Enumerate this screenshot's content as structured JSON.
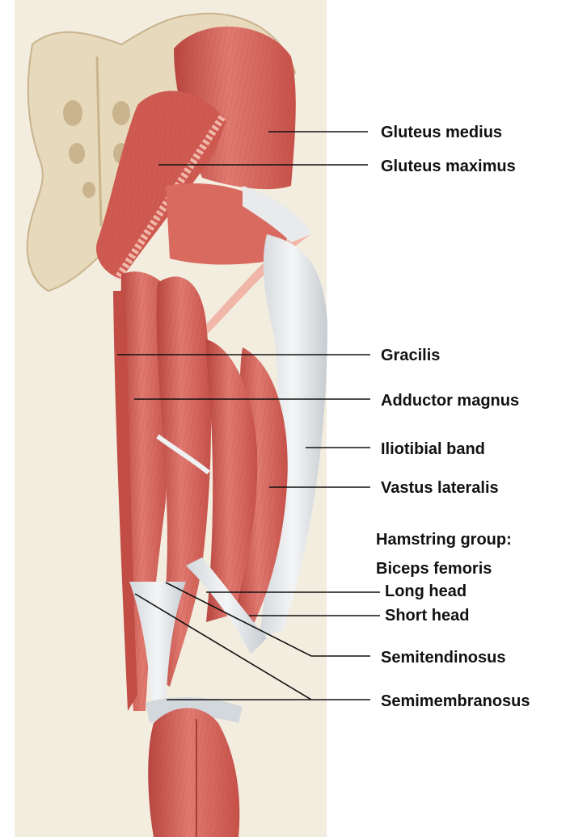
{
  "colors": {
    "panel_bg": "#f3ede0",
    "bone": "#e7d9bb",
    "bone_shadow": "#c9b48e",
    "muscle": "#d9675e",
    "muscle_dark": "#b8453f",
    "muscle_light": "#e98a80",
    "tendon": "#e6e8ea",
    "tendon_shadow": "#c4c9ce",
    "leader_line": "#111111",
    "label_text": "#111111"
  },
  "labels": {
    "gluteus_medius": "Gluteus medius",
    "gluteus_maximus": "Gluteus maximus",
    "gracilis": "Gracilis",
    "adductor_magnus": "Adductor magnus",
    "iliotibial_band": "Iliotibial band",
    "vastus_lateralis": "Vastus lateralis",
    "hamstring_group": "Hamstring group:",
    "biceps_femoris": "Biceps femoris",
    "long_head": "Long head",
    "short_head": "Short head",
    "semitendinosus": "Semitendinosus",
    "semimembranosus": "Semimembranosus"
  }
}
